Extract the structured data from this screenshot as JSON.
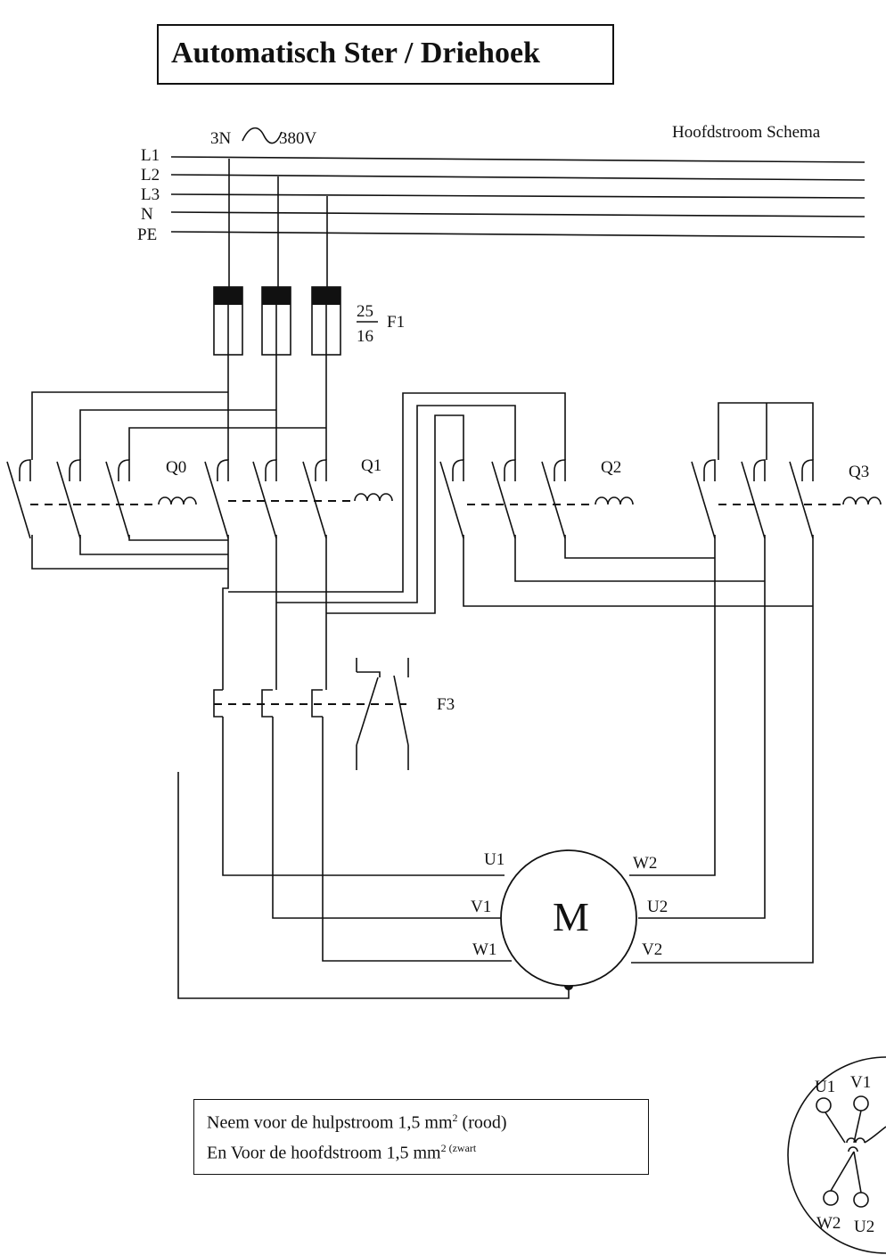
{
  "title": "Automatisch Ster / Driehoek",
  "subtitle": "Hoofdstroom Schema",
  "supply": {
    "label_left": "3N",
    "label_right": "380V",
    "lines": [
      "L1",
      "L2",
      "L3",
      "N",
      "PE"
    ]
  },
  "fuse": {
    "numerator": "25",
    "denominator": "16",
    "name": "F1"
  },
  "contactors": [
    "Q0",
    "Q1",
    "Q2",
    "Q3"
  ],
  "overload": "F3",
  "motor": {
    "symbol": "M",
    "terminals_left": [
      "U1",
      "V1",
      "W1"
    ],
    "terminals_right": [
      "W2",
      "U2",
      "V2"
    ]
  },
  "note": {
    "line1_prefix": "Neem voor de hulpstroom 1,5 mm",
    "line1_sup": "2",
    "line1_suffix": "  (rood)",
    "line2_prefix": "En Voor de hoofdstroom 1,5 mm",
    "line2_sup": "2 (zwart"
  },
  "terminal_box": {
    "labels": [
      "U1",
      "V1",
      "W2",
      "U2"
    ]
  }
}
